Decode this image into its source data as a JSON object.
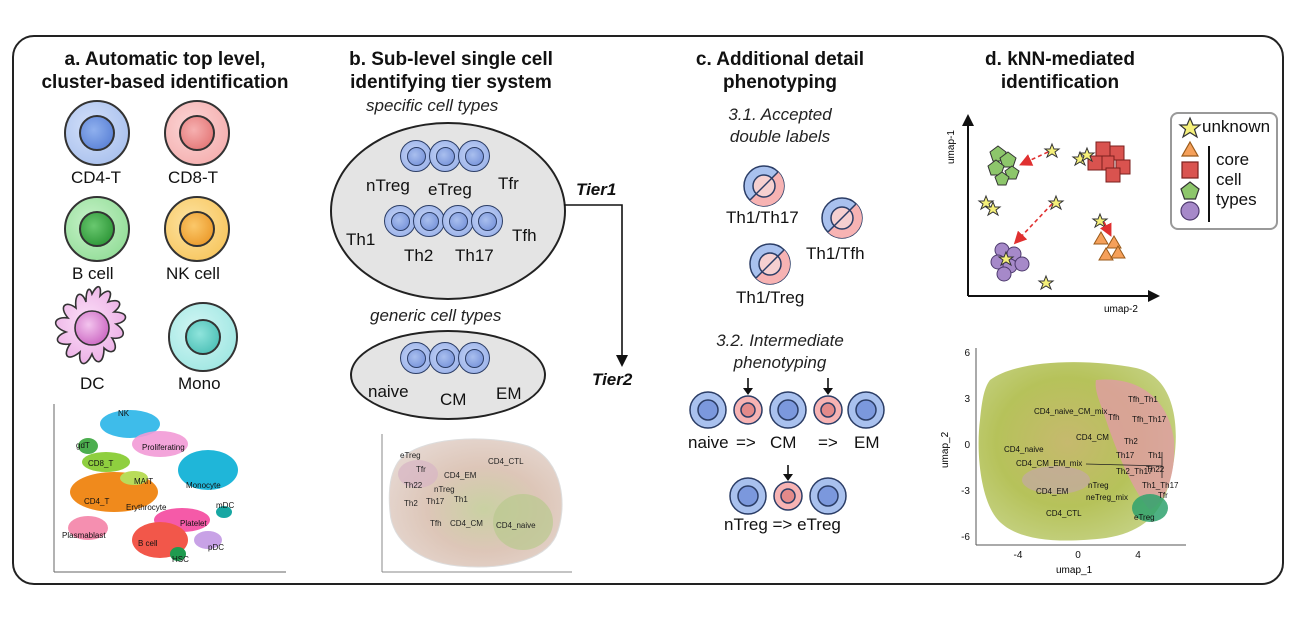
{
  "panel_a": {
    "title_line1": "a. Automatic top level,",
    "title_line2": "cluster-based identification",
    "cells": [
      "CD4-T",
      "CD8-T",
      "B cell",
      "NK cell",
      "DC",
      "Mono"
    ],
    "umap_labels": [
      "NK",
      "gdT",
      "CD8_T",
      "Proliferating",
      "MAIT",
      "CD4_T",
      "Erythrocyte",
      "Monocyte",
      "mDC",
      "Platelet",
      "Plasmablast",
      "B cell",
      "HSC",
      "pDC"
    ]
  },
  "panel_b": {
    "title_line1": "b. Sub-level single cell",
    "title_line2": "identifying tier system",
    "specific_label": "specific cell types",
    "generic_label": "generic cell types",
    "specific_types": [
      "nTreg",
      "eTreg",
      "Tfr",
      "Th1",
      "Th2",
      "Th17",
      "Tfh"
    ],
    "generic_types": [
      "naive",
      "CM",
      "EM"
    ],
    "tier1": "Tier1",
    "tier2": "Tier2",
    "umap_labels": [
      "eTreg",
      "Tfr",
      "Th22",
      "Th17",
      "Th2",
      "nTreg",
      "Th1",
      "Tfh",
      "CD4_CTL",
      "CD4_EM",
      "CD4_CM",
      "CD4_naive"
    ]
  },
  "panel_c": {
    "title_line1": "c. Additional detail",
    "title_line2": "phenotyping",
    "sub1_line1": "3.1. Accepted",
    "sub1_line2": "double labels",
    "double_labels": [
      "Th1/Th17",
      "Th1/Tfh",
      "Th1/Treg"
    ],
    "sub2_line1": "3.2. Intermediate",
    "sub2_line2": "phenotyping",
    "seq1": [
      "naive",
      "=>",
      "CM",
      "=>",
      "EM"
    ],
    "seq2": "nTreg => eTreg"
  },
  "panel_d": {
    "title_line1": "d. kNN-mediated",
    "title_line2": "identification",
    "legend": {
      "unknown": "unknown",
      "core_line1": "core",
      "core_line2": "cell",
      "core_line3": "types"
    },
    "scatter_xlabel": "umap-2",
    "scatter_ylabel": "umap-1",
    "umap_xlabel": "umap_1",
    "umap_ylabel": "umap_2",
    "umap_xticks": [
      "-4",
      "0",
      "4"
    ],
    "umap_yticks": [
      "6",
      "3",
      "0",
      "-3",
      "-6"
    ],
    "umap_labels": [
      "Tfh_Th1",
      "Tfh_Th17",
      "CD4_naive_CM_mix",
      "Tfh",
      "CD4_CM",
      "Th2",
      "CD4_naive",
      "Th17",
      "Th1",
      "CD4_CM_EM_mix",
      "Th2_Th17",
      "Th22",
      "CD4_EM",
      "nTreg",
      "Th1_Th17",
      "neTreg_mix",
      "Tfr",
      "CD4_CTL",
      "eTreg"
    ]
  },
  "colors": {
    "cd4": "#a9c1ee",
    "cd8": "#f7b3b3",
    "bcell": "#93dd98",
    "nk": "#f9c760",
    "dc": "#f1b8ec",
    "mono": "#a8eae7",
    "core_red": "#d9534f",
    "core_orange": "#f5a05a",
    "core_green": "#8dc66b",
    "core_purple": "#a689c9",
    "unknown": "#f5f07a"
  }
}
